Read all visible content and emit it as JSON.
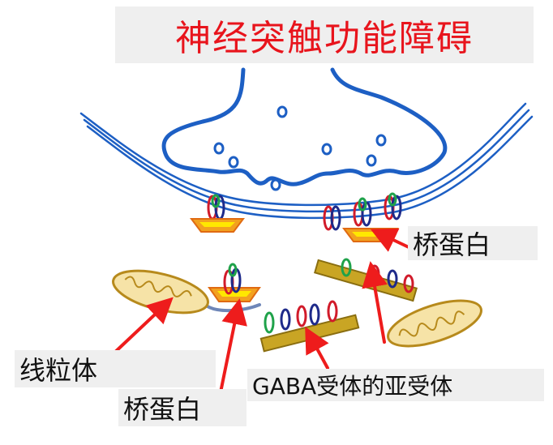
{
  "title": "神经突触功能障碍",
  "labels": {
    "bridging_protein_top": "桥蛋白",
    "mitochondria": "线粒体",
    "bridging_protein_bottom": "桥蛋白",
    "gaba_subunit": "GABA受体的亚受体"
  },
  "colors": {
    "title_text": "#e8141c",
    "membrane": "#1d5fc4",
    "arrow": "#ee1c1c",
    "organelle_fill": "#f6e3a7",
    "organelle_stroke": "#b78a1c",
    "protein_fill": "#f2a11f",
    "protein_inner": "#ffe800",
    "receptor_red": "#d11b2a",
    "receptor_navy": "#1e2a8a",
    "receptor_green": "#1fa24a",
    "label_bg": "#efefef"
  }
}
